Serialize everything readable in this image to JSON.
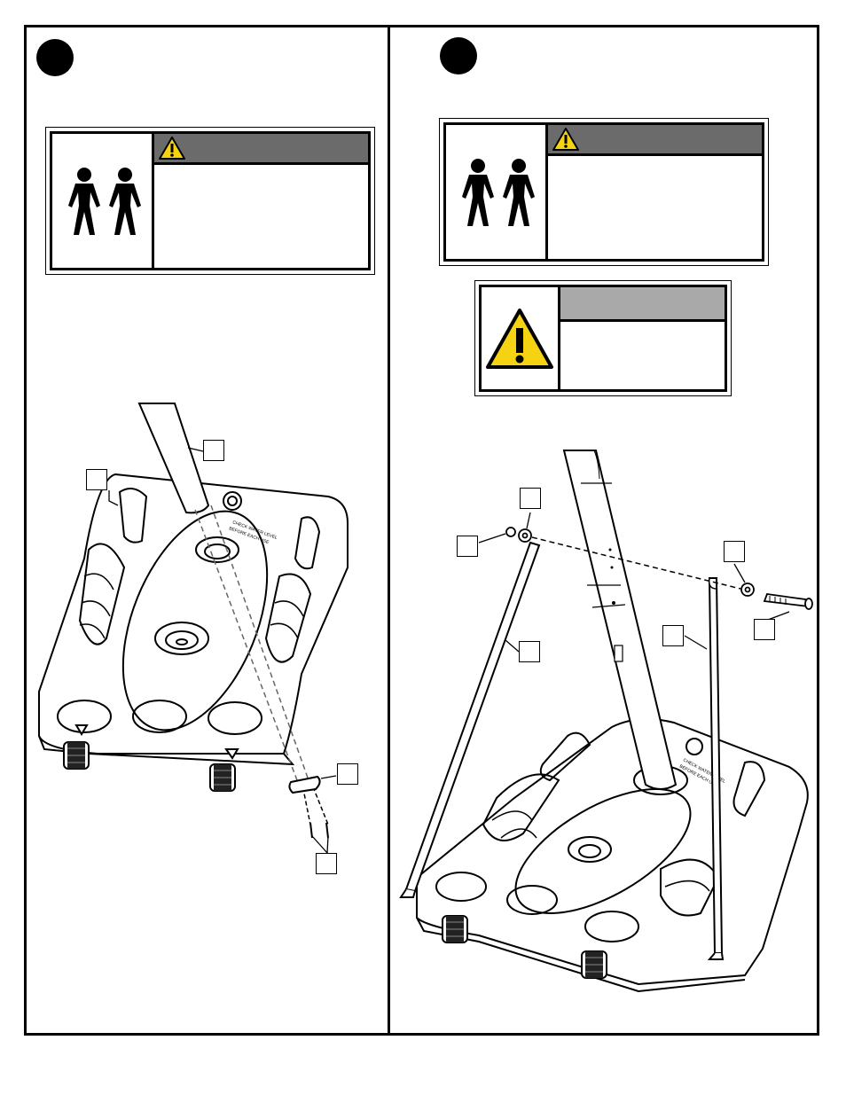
{
  "page": {
    "panels": [
      {
        "id": "left"
      },
      {
        "id": "right"
      }
    ]
  },
  "left_panel": {
    "base_decal": {
      "line1": "CHECK WATER LEVEL",
      "line2": "BEFORE EACH USE"
    }
  },
  "right_panel": {
    "base_decal": {
      "line1": "CHECK WATER LEVEL",
      "line2": "BEFORE EACH USE"
    }
  },
  "colors": {
    "warning_header": "#6b6b6b",
    "caution_header": "#a9a9a9",
    "warning_yellow": "#f5d313",
    "ink": "#000000"
  },
  "icons": {
    "two_person": "two-person-lift-icon",
    "warning": "warning-triangle-icon"
  }
}
